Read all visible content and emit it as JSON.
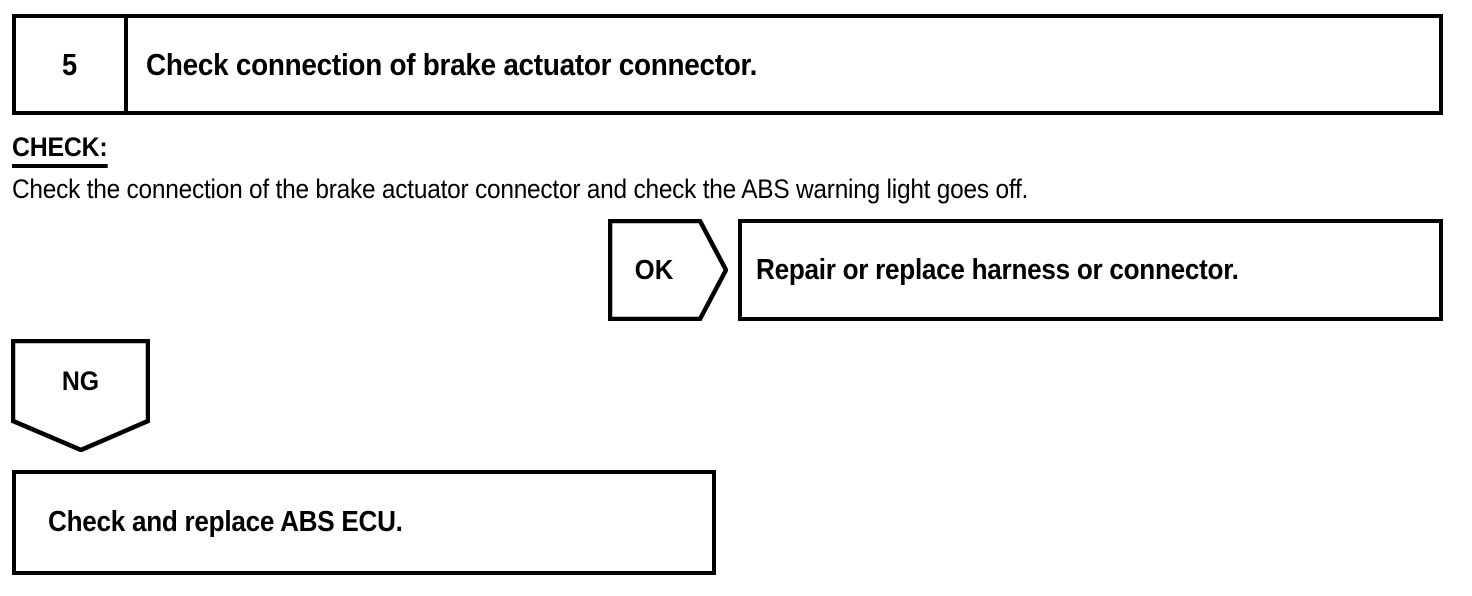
{
  "page": {
    "background_color": "#ffffff",
    "ink_color": "#000000",
    "document_type": "automotive-service-manual-troubleshooting-flowchart"
  },
  "step": {
    "number": "5",
    "title": "Check connection of brake actuator connector."
  },
  "check_section": {
    "label": "CHECK:",
    "text": "Check the connection of the brake actuator connector and check the ABS warning light goes off."
  },
  "branches": [
    {
      "result_label": "OK",
      "arrow_direction": "right",
      "action": "Repair or replace harness or connector."
    },
    {
      "result_label": "NG",
      "arrow_direction": "down",
      "action": "Check and replace ABS ECU."
    }
  ],
  "ok_branch": {
    "label": "OK",
    "action": "Repair or replace harness or connector."
  },
  "ng_branch": {
    "label": "NG",
    "action": "Check and replace ABS ECU."
  }
}
